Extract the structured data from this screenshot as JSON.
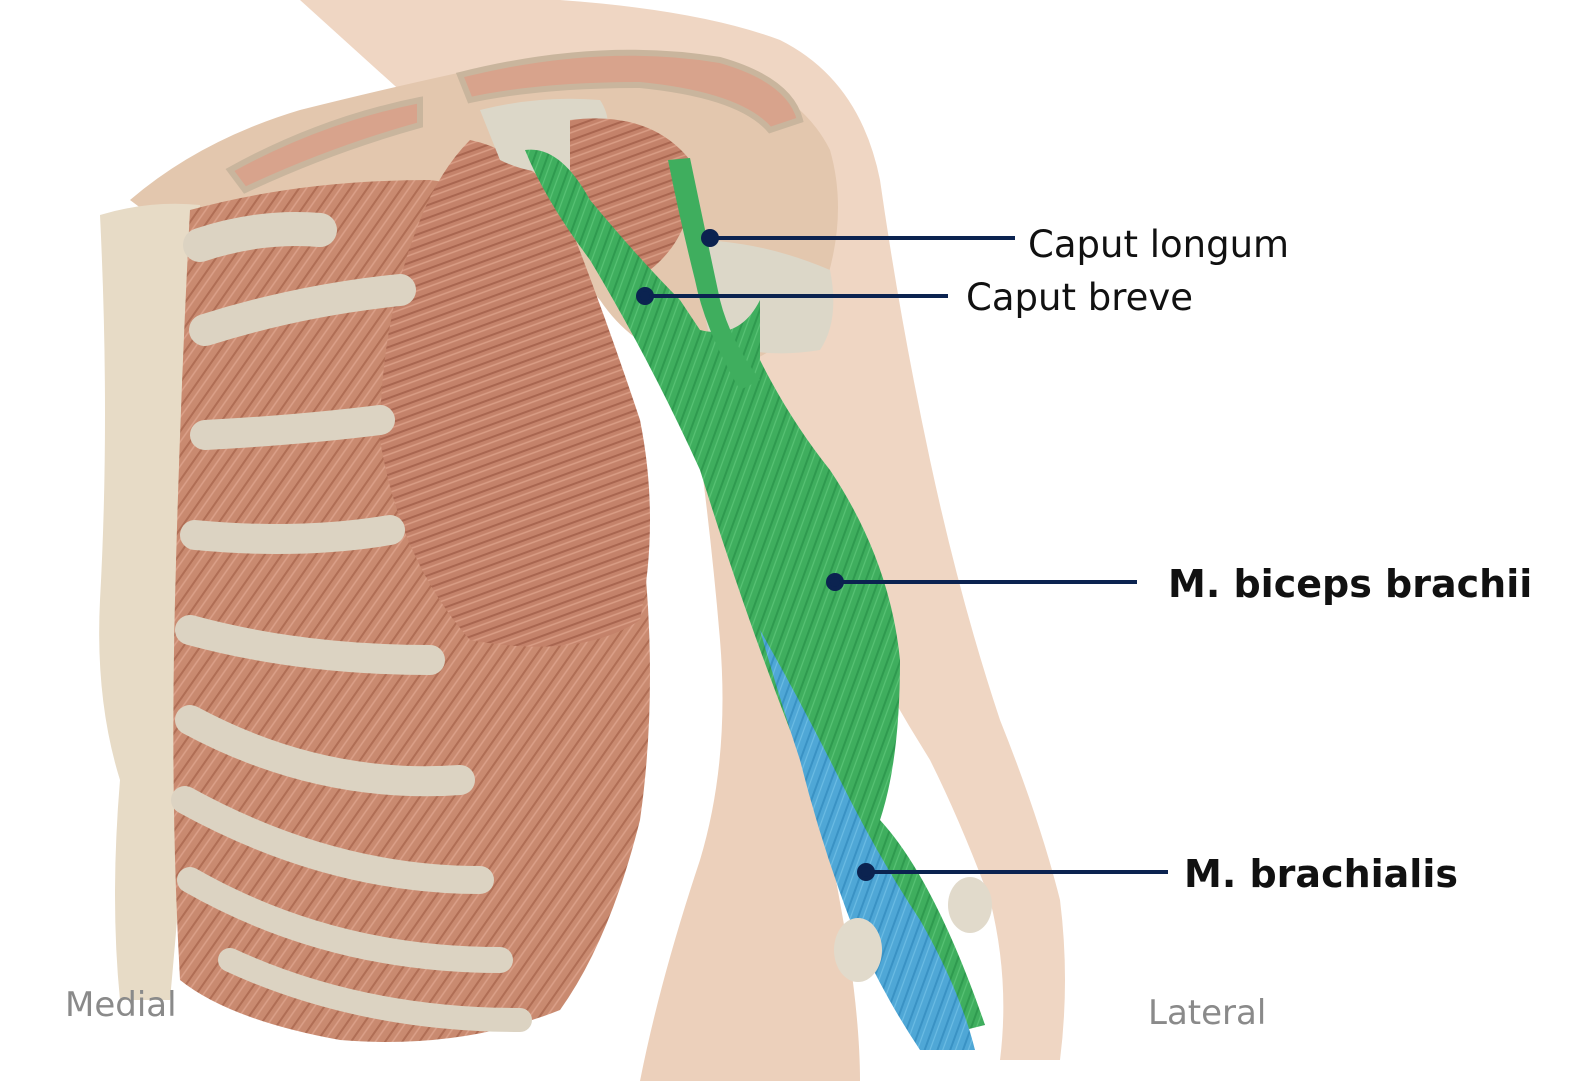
{
  "labels": {
    "caput_longum": "Caput longum",
    "caput_breve": "Caput breve",
    "biceps": "M. biceps brachii",
    "brachialis": "M. brachialis"
  },
  "orientation": {
    "medial": "Medial",
    "lateral": "Lateral"
  },
  "colors": {
    "leader_line": "#0b2350",
    "biceps_highlight": "#3dae5c",
    "brachialis_highlight": "#4aa6d8",
    "muscle": "#c98a70",
    "bone": "#e6dccb",
    "skin": "#edd3bf"
  },
  "structures": [
    "ribcage",
    "intercostal-muscles",
    "clavicle",
    "scapula",
    "pectoralis-minor",
    "serratus-anterior",
    "humerus",
    "biceps-brachii",
    "brachialis"
  ]
}
